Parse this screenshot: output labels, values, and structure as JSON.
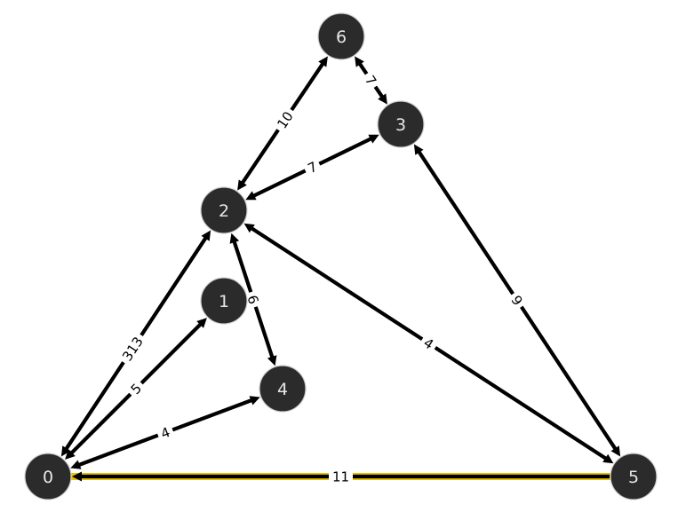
{
  "graph": {
    "nodes": [
      {
        "id": "0",
        "label": "0"
      },
      {
        "id": "1",
        "label": "1"
      },
      {
        "id": "2",
        "label": "2"
      },
      {
        "id": "3",
        "label": "3"
      },
      {
        "id": "4",
        "label": "4"
      },
      {
        "id": "5",
        "label": "5"
      },
      {
        "id": "6",
        "label": "6"
      }
    ],
    "edges": [
      {
        "from": "6",
        "to": "2",
        "label": "10",
        "directed": "both"
      },
      {
        "from": "6",
        "to": "3",
        "label": "7",
        "directed": "both"
      },
      {
        "from": "3",
        "to": "2",
        "label": "7",
        "directed": "both"
      },
      {
        "from": "2",
        "to": "0",
        "label": "313",
        "directed": "both"
      },
      {
        "from": "2",
        "to": "4",
        "label": "6",
        "directed": "both"
      },
      {
        "from": "2",
        "to": "5",
        "label": "4",
        "directed": "both"
      },
      {
        "from": "3",
        "to": "5",
        "label": "9",
        "directed": "both"
      },
      {
        "from": "1",
        "to": "0",
        "label": "5",
        "directed": "both"
      },
      {
        "from": "4",
        "to": "0",
        "label": "4",
        "directed": "both"
      },
      {
        "from": "5",
        "to": "0",
        "label": "11",
        "directed": "to",
        "highlighted": true
      }
    ],
    "colors": {
      "node_fill": "#2b2b2b",
      "node_text": "#e6e6e6",
      "edge": "#000000",
      "highlight": "#e8c000"
    }
  }
}
